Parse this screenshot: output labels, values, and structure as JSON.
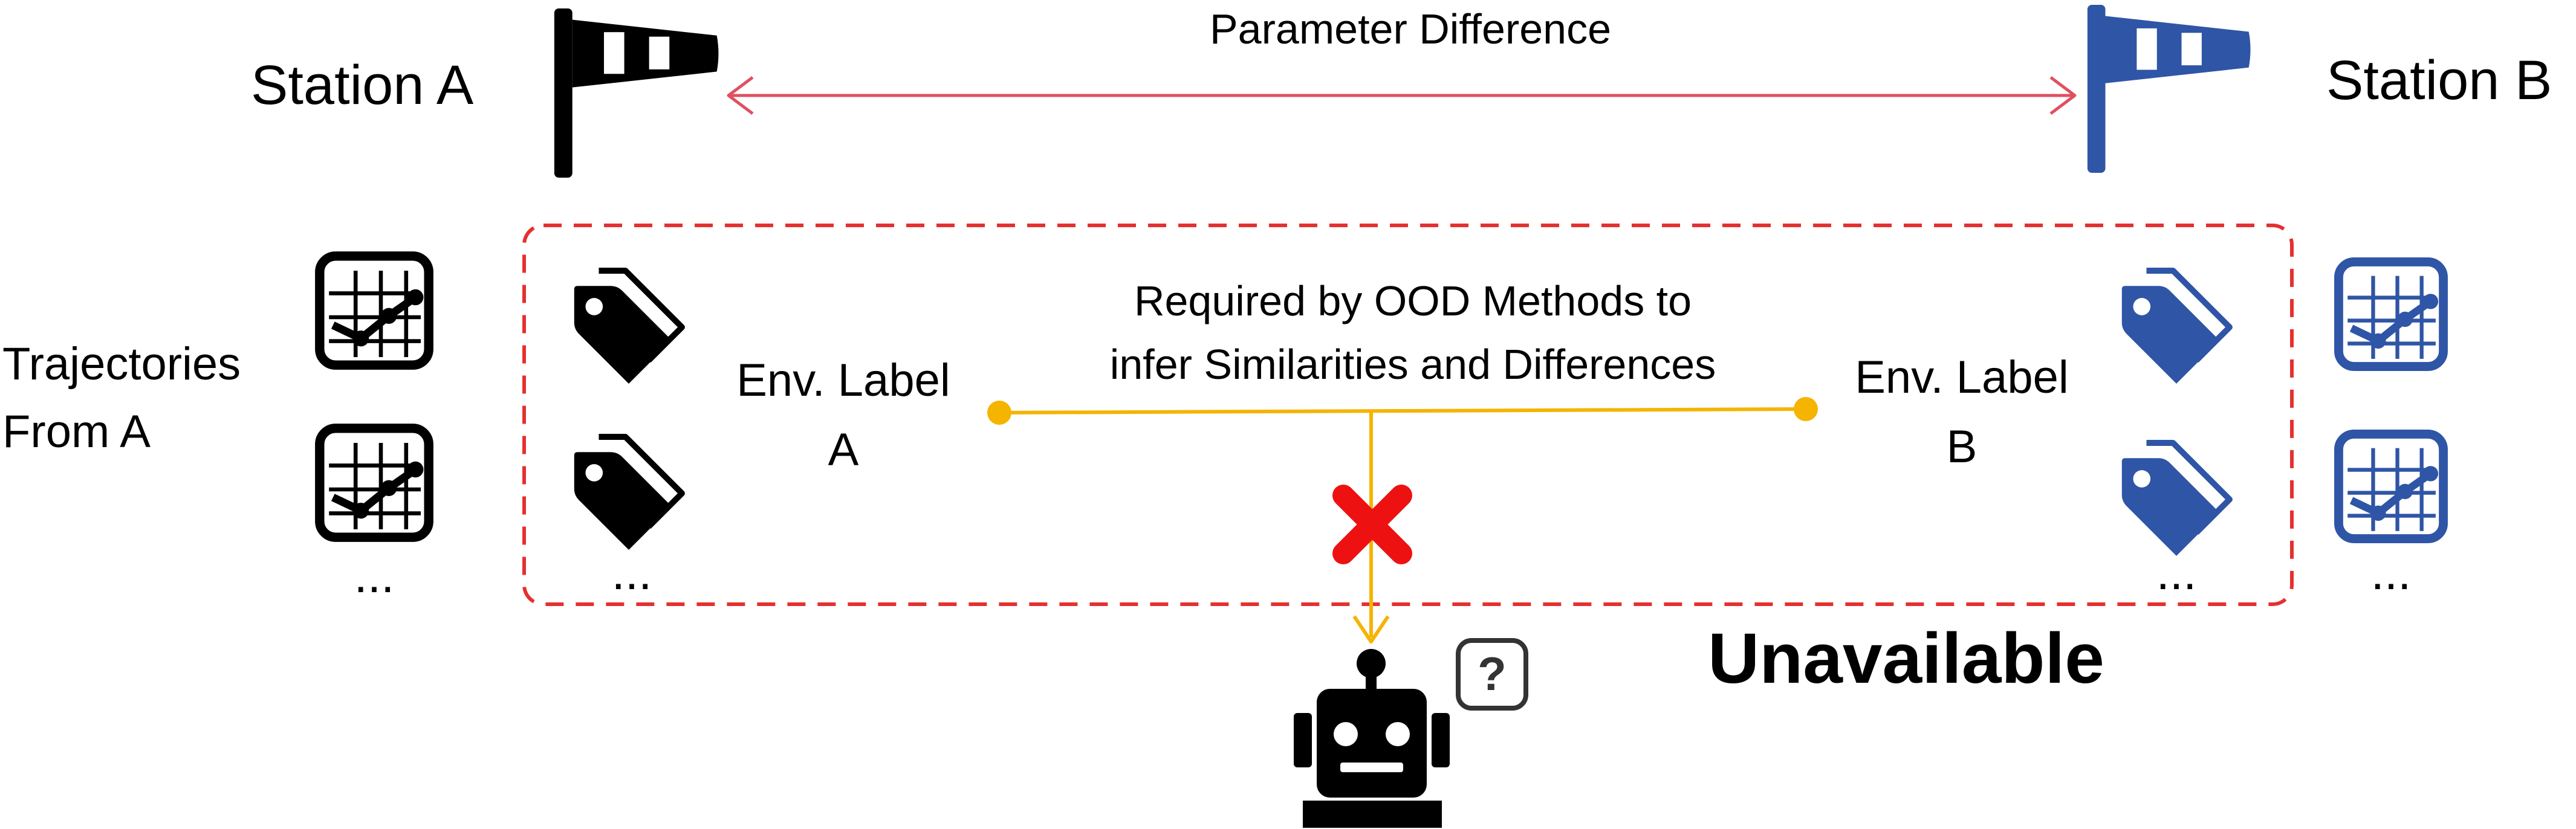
{
  "station_a": {
    "label": "Station A",
    "color": "#000000"
  },
  "station_b": {
    "label": "Station B",
    "color": "#2f55a6"
  },
  "parameter_difference": {
    "label": "Parameter Difference",
    "color": "#e05060"
  },
  "left_side": {
    "trajectories_label_line1": "Trajectories",
    "trajectories_label_line2": "From A",
    "trajectory_ellipsis": "...",
    "tag_ellipsis": "...",
    "env_label_line1": "Env. Label",
    "env_label_line2": "A"
  },
  "right_side": {
    "trajectory_ellipsis": "...",
    "tag_ellipsis": "...",
    "env_label_line1": "Env. Label",
    "env_label_line2": "B"
  },
  "ood_requirement": {
    "line1": "Required by OOD Methods to",
    "line2": "infer Similarities and Differences",
    "connector_color": "#f5b400",
    "blocked_mark_color": "#ee1111"
  },
  "unavailable_box": {
    "label": "Unavailable",
    "border_color": "#e53030"
  },
  "agent": {
    "question_mark": "?",
    "icon": "robot-icon"
  }
}
